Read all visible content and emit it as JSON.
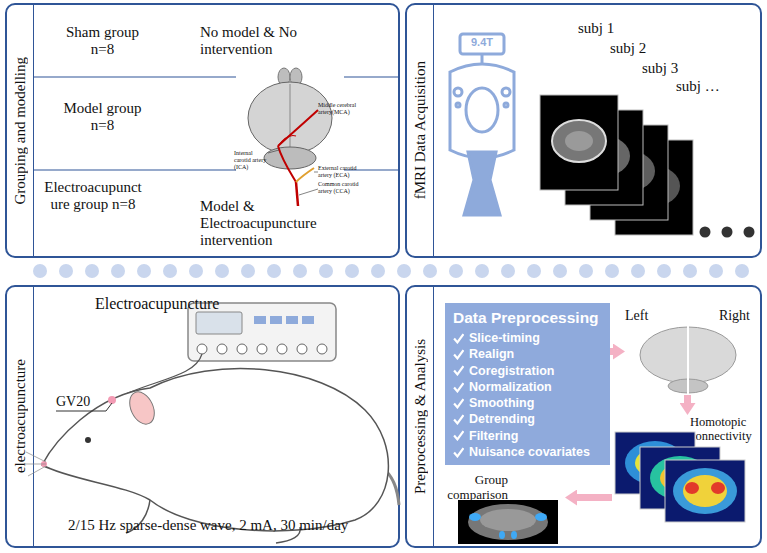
{
  "diagram": {
    "nodes": [
      {
        "text": [
          "Grouping and modelling"
        ]
      },
      {
        "text": [
          "Sham group n=8",
          "No model & No intervention"
        ],
        "in": 0
      },
      {
        "text": [
          "Model group n=8"
        ],
        "in": 0
      },
      {
        "text": [
          "Electroacupuncture group n=8",
          "Model & Electroacupuncture intervention"
        ],
        "in": 0
      },
      {
        "text": [
          "fMRI Data Acquisition"
        ]
      },
      {
        "text": [
          "electroacupuncture"
        ]
      },
      {
        "text": [
          "Preprocessing & Analysis"
        ]
      },
      {
        "text": [
          "Data Preprocessing",
          "Slice-timing",
          "Realign",
          "Coregistration",
          "Normalization",
          "Smoothing",
          "Detrending",
          "Filtering",
          "Nuisance covariates"
        ],
        "in": 6
      },
      {
        "text": [
          "Left",
          "Right"
        ],
        "in": 6
      },
      {
        "text": [
          "Homotopic connectivity"
        ],
        "in": 6
      },
      {
        "text": [
          "Group comparison"
        ],
        "in": 6
      }
    ],
    "edges": [
      {
        "from": 7,
        "to": 8,
        "arrow": "to"
      },
      {
        "from": 8,
        "to": 9,
        "arrow": "to"
      },
      {
        "from": 9,
        "to": 10,
        "arrow": "to"
      }
    ],
    "labels": [
      "Middle cerebral artery(MCA)",
      "Internal carotid artery (ICA)",
      "External carotid artery (ECA)",
      "Common carotid artery (CCA)",
      "9.4T",
      "subj 1",
      "subj 2",
      "subj 3",
      "subj …",
      "Electroacupuncture",
      "GV20",
      "2/15 Hz sparse-dense wave, 2 mA, 30 min/day"
    ]
  }
}
